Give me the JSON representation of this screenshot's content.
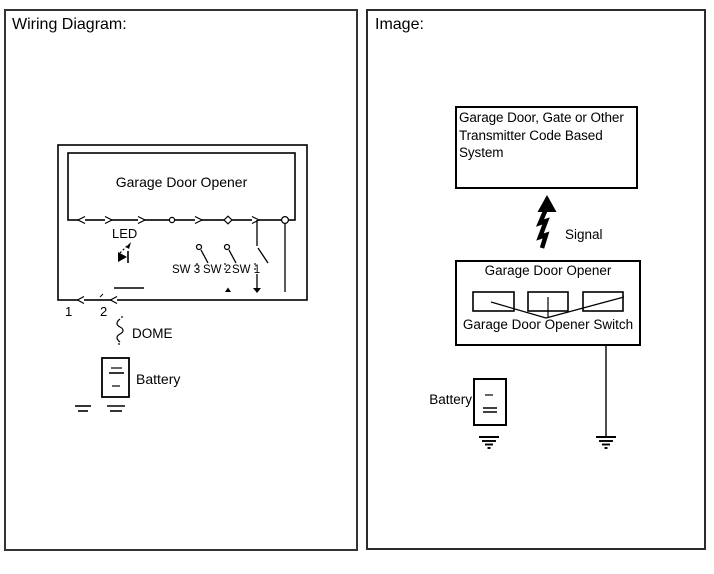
{
  "left_panel": {
    "title": "Wiring Diagram:",
    "unit_label": "Garage Door Opener",
    "led_label": "LED",
    "switches": [
      {
        "label": "SW 3"
      },
      {
        "label": "SW 2"
      },
      {
        "label": "SW 1"
      }
    ],
    "terminals": [
      {
        "label": "1"
      },
      {
        "label": "2"
      }
    ],
    "dome_label": "DOME",
    "battery_label": "Battery"
  },
  "right_panel": {
    "title": "Image:",
    "transmitter_label": "Garage Door, Gate or Other Transmitter Code Based System",
    "signal_label": "Signal",
    "unit_label": "Garage Door Opener",
    "switch_label": "Garage Door Opener Switch",
    "battery_label": "Battery"
  },
  "colors": {
    "ink": "#000000",
    "panel_border": "#333333",
    "background": "#ffffff"
  }
}
